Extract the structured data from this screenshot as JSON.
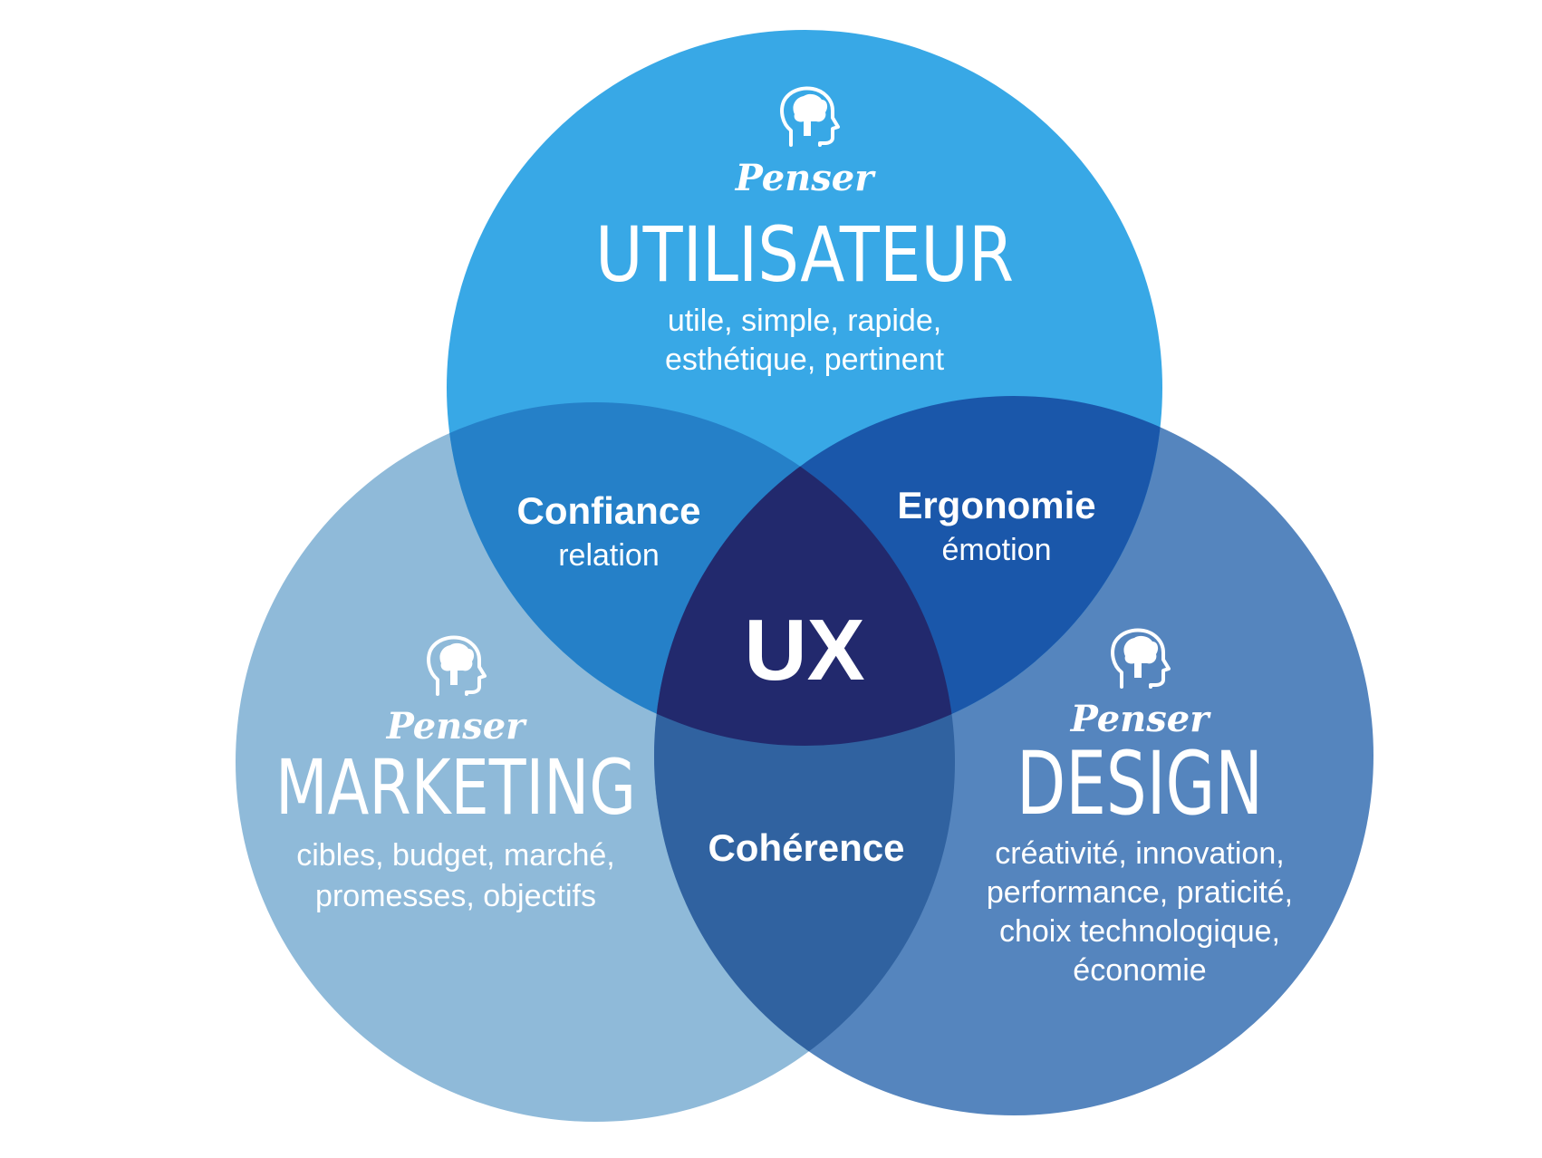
{
  "colors": {
    "utilisateur": "#38A8E6",
    "marketing": "#8FBAD9",
    "design": "#5585BE",
    "utilisateur_marketing": "#2580C8",
    "utilisateur_design": "#1A57AA",
    "marketing_design": "#3062A0",
    "center": "#22296D"
  },
  "icons": {
    "head": "head-with-brain-icon"
  },
  "utilisateur": {
    "prefix": "Penser",
    "title": "UTILISATEUR",
    "desc_line1": "utile, simple, rapide,",
    "desc_line2": "esthétique, pertinent"
  },
  "marketing": {
    "prefix": "Penser",
    "title": "MARKETING",
    "desc_line1": "cibles, budget, marché,",
    "desc_line2": "promesses, objectifs"
  },
  "design": {
    "prefix": "Penser",
    "title": "DESIGN",
    "desc_line1": "créativité, innovation,",
    "desc_line2": "performance, praticité,",
    "desc_line3": "choix technologique,",
    "desc_line4": "économie"
  },
  "intersections": {
    "confiance": {
      "title": "Confiance",
      "sub": "relation"
    },
    "ergonomie": {
      "title": "Ergonomie",
      "sub": "émotion"
    },
    "coherence": {
      "title": "Cohérence"
    }
  },
  "center": {
    "label": "UX"
  }
}
